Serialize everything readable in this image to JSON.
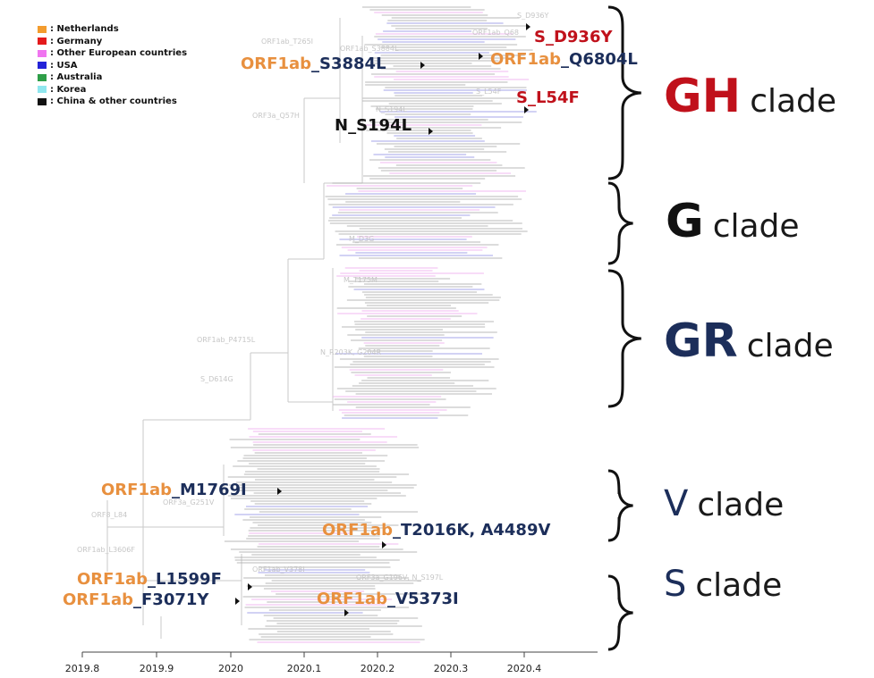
{
  "legend": [
    {
      "label": ": Netherlands",
      "color": "#f39c2e"
    },
    {
      "label": ": Germany",
      "color": "#e41a1c"
    },
    {
      "label": ": Other European countries",
      "color": "#f075f0"
    },
    {
      "label": ": USA",
      "color": "#2323d8"
    },
    {
      "label": ": Australia",
      "color": "#2e9e48"
    },
    {
      "label": ": Korea",
      "color": "#8fe6ee"
    },
    {
      "label": ": China & other countries",
      "color": "#111111"
    }
  ],
  "mutations": {
    "orf1ab_s3884l": {
      "gene": "ORF1ab",
      "site": "_S3884L"
    },
    "orf1ab_q6804l": {
      "gene": "ORF1ab",
      "site": "_Q6804L"
    },
    "s_d936y": {
      "site": "S_D936Y"
    },
    "s_l54f": {
      "site": "S_L54F"
    },
    "n_s194l": {
      "site": "N_S194L"
    },
    "orf1ab_m1769i": {
      "gene": "ORF1ab",
      "site": "_M1769I"
    },
    "orf1ab_t2016k": {
      "gene": "ORF1ab",
      "site": "_T2016K, A4489V"
    },
    "orf1ab_l1599f": {
      "gene": "ORF1ab",
      "site": "_L1599F"
    },
    "orf1ab_f3071y": {
      "gene": "ORF1ab",
      "site": "_F3071Y"
    },
    "orf1ab_v5373i": {
      "gene": "ORF1ab",
      "site": "_V5373I"
    }
  },
  "faint_labels": {
    "orf1ab_t265i": "ORF1ab_T265I",
    "orf1ab_s3884l_small": "ORF1ab_S3884L",
    "orf1ab_q68": "ORF1ab_Q68",
    "s_d936y_small": "S_D936Y",
    "s_l54f_small": "S_L54F",
    "orf3a_q57h": "ORF3a_Q57H",
    "n_s194l_small": "N_S194L",
    "m_d3g": "M_D3G",
    "m_t175m": "M_T175M",
    "orf1ab_p4715l": "ORF1ab_P4715L",
    "n_r203k": "N_R203K, G204R",
    "s_d614g": "S_D614G",
    "orf3a_g251v": "ORF3a_G251V",
    "orf8_l84": "ORF8_L84",
    "orf1ab_l3606f": "ORF1ab_L3606F",
    "orf1ab_v378i": "ORF1ab_V378I",
    "orf3a_g196v": "ORF3a_G196V, N_S197L"
  },
  "clades": [
    {
      "name": "GH",
      "word": "clade",
      "color": "#c0111b"
    },
    {
      "name": "G",
      "word": "clade",
      "color": "#111111"
    },
    {
      "name": "GR",
      "word": "clade",
      "color": "#1c2e5a"
    },
    {
      "name": "V",
      "word": "clade",
      "color": "#1c2e5a"
    },
    {
      "name": "S",
      "word": "clade",
      "color": "#1c2e5a"
    }
  ],
  "axis": {
    "ticks": [
      "2019.8",
      "2019.9",
      "2020",
      "2020.1",
      "2020.2",
      "2020.3",
      "2020.4"
    ]
  },
  "colors": {
    "branch": "#c8c8c8",
    "tip_gray": "#b5b5b5",
    "tip_pink": "#f2b6f0",
    "tip_blue": "#9e9ee8",
    "brace": "#111111"
  }
}
